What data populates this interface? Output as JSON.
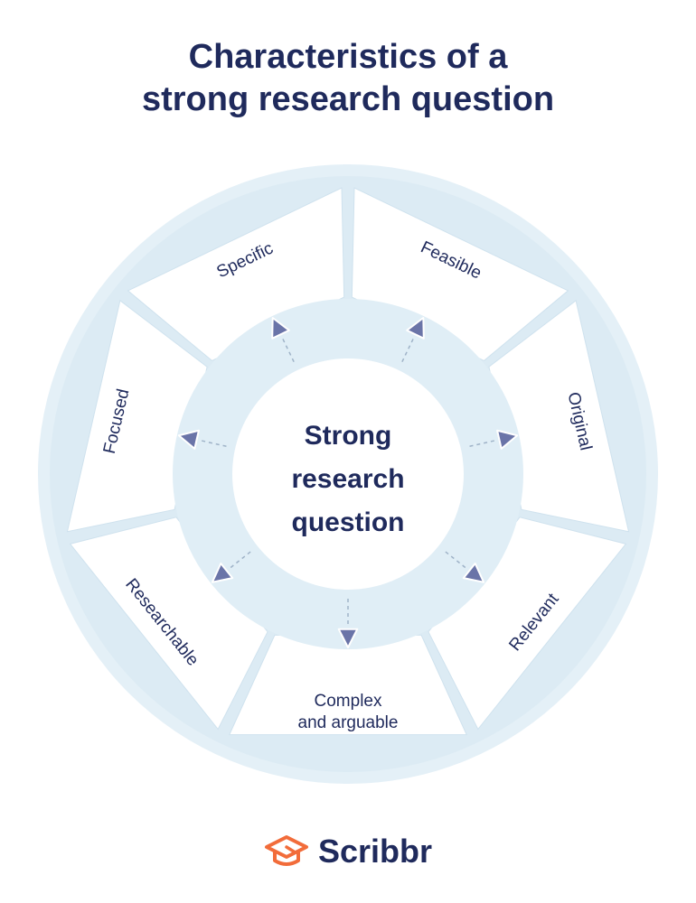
{
  "title": {
    "line1": "Characteristics of a",
    "line2": "strong research question"
  },
  "center": {
    "lines": [
      "Strong",
      "research",
      "question"
    ]
  },
  "segments": [
    {
      "name": "specific",
      "lines": [
        "Specific"
      ]
    },
    {
      "name": "feasible",
      "lines": [
        "Feasible"
      ]
    },
    {
      "name": "original",
      "lines": [
        "Original"
      ]
    },
    {
      "name": "relevant",
      "lines": [
        "Relevant"
      ]
    },
    {
      "name": "complex-and-arguable",
      "lines": [
        "Complex",
        "and arguable"
      ]
    },
    {
      "name": "researchable",
      "lines": [
        "Researchable"
      ]
    },
    {
      "name": "focused",
      "lines": [
        "Focused"
      ]
    }
  ],
  "logo": {
    "icon": "graduation-cap-icon",
    "text": "Scribbr",
    "color": "#f26c3a"
  },
  "colors": {
    "navy": "#1f2a5c",
    "ring": "#e3eff6",
    "segment": "#ffffff",
    "arrow": "#6a74a8"
  }
}
